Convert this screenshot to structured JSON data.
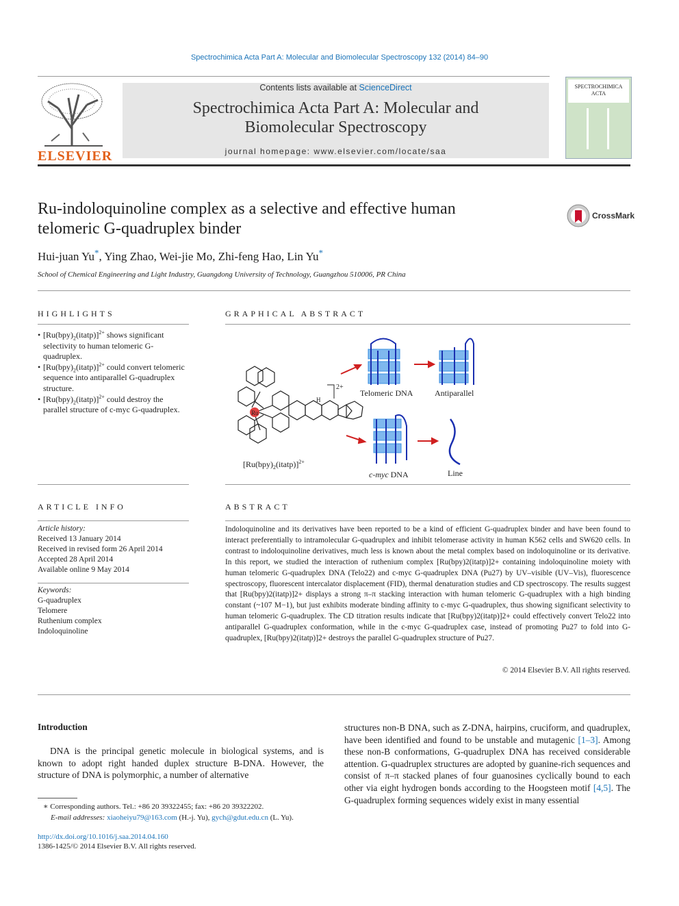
{
  "citation_top": "Spectrochimica Acta Part A: Molecular and Biomolecular Spectroscopy 132 (2014) 84–90",
  "header": {
    "contents_prefix": "Contents lists available at ",
    "contents_link": "ScienceDirect",
    "journal_line1": "Spectrochimica Acta Part A: Molecular and",
    "journal_line2": "Biomolecular Spectroscopy",
    "homepage_label": "journal homepage: www.elsevier.com/locate/saa",
    "publisher_logo_text": "ELSEVIER",
    "cover_title_line1": "SPECTROCHIMICA",
    "cover_title_line2": "ACTA"
  },
  "article": {
    "title_line1": "Ru-indoloquinoline complex as a selective and effective human",
    "title_line2": "telomeric G-quadruplex binder",
    "authors": [
      {
        "name": "Hui-juan Yu",
        "mark": "*",
        "sep": ", "
      },
      {
        "name": "Ying Zhao",
        "mark": "",
        "sep": ", "
      },
      {
        "name": "Wei-jie Mo",
        "mark": "",
        "sep": ", "
      },
      {
        "name": "Zhi-feng Hao",
        "mark": "",
        "sep": ", "
      },
      {
        "name": "Lin Yu",
        "mark": "*",
        "sep": ""
      }
    ],
    "affiliation": "School of Chemical Engineering and Light Industry, Guangdong University of Technology, Guangzhou 510006, PR China",
    "crossmark": "CrossMark"
  },
  "highlights": {
    "heading": "HIGHLIGHTS",
    "items": [
      {
        "t1": "[Ru(bpy)",
        "sub": "2",
        "t2": "(itatp)]",
        "sup": "2+",
        "t3": " shows significant selectivity to human telomeric G-quadruplex."
      },
      {
        "t1": "[Ru(bpy)",
        "sub": "2",
        "t2": "(itatp)]",
        "sup": "2+",
        "t3": " could convert telomeric sequence into antiparallel G-quadruplex structure."
      },
      {
        "t1": "[Ru(bpy)",
        "sub": "2",
        "t2": "(itatp)]",
        "sup": "2+",
        "t3": " could destroy the parallel structure of c-myc G-quadruplex."
      }
    ]
  },
  "graphical_abstract": {
    "heading": "GRAPHICAL ABSTRACT",
    "charge": "2+",
    "ru": "Ru",
    "h_label": "H",
    "complex_label_a": "[Ru(bpy)",
    "complex_label_sub": "2",
    "complex_label_b": "(itatp)]",
    "complex_label_sup": "2+",
    "label_telomeric": "Telomeric DNA",
    "label_antiparallel": "Antiparallel",
    "label_cmyc_italic": "c-myc",
    "label_cmyc_rest": " DNA",
    "label_line": "Line"
  },
  "article_info": {
    "heading": "ARTICLE INFO",
    "history_label": "Article history:",
    "history": [
      "Received 13 January 2014",
      "Received in revised form 26 April 2014",
      "Accepted 28 April 2014",
      "Available online 9 May 2014"
    ],
    "keywords_label": "Keywords:",
    "keywords": [
      "G-quadruplex",
      "Telomere",
      "Ruthenium complex",
      "Indoloquinoline"
    ]
  },
  "abstract": {
    "heading": "ABSTRACT",
    "text": "Indoloquinoline and its derivatives have been reported to be a kind of efficient G-quadruplex binder and have been found to interact preferentially to intramolecular G-quadruplex and inhibit telomerase activity in human K562 cells and SW620 cells. In contrast to indoloquinoline derivatives, much less is known about the metal complex based on indoloquinoline or its derivative. In this report, we studied the interaction of ruthenium complex [Ru(bpy)2(itatp)]2+ containing indoloquinoline moiety with human telomeric G-quadruplex DNA (Telo22) and c-myc G-quadruplex DNA (Pu27) by UV–visible (UV–Vis), fluorescence spectroscopy, fluorescent intercalator displacement (FID), thermal denaturation studies and CD spectroscopy. The results suggest that [Ru(bpy)2(itatp)]2+ displays a strong π–π stacking interaction with human telomeric G-quadruplex with a high binding constant (~107 M−1), but just exhibits moderate binding affinity to c-myc G-quadruplex, thus showing significant selectivity to human telomeric G-quadruplex. The CD titration results indicate that [Ru(bpy)2(itatp)]2+ could effectively convert Telo22 into antiparallel G-quadruplex conformation, while in the c-myc G-quadruplex case, instead of promoting Pu27 to fold into G-quadruplex, [Ru(bpy)2(itatp)]2+ destroys the parallel G-quadruplex structure of Pu27.",
    "copyright": "© 2014 Elsevier B.V. All rights reserved."
  },
  "introduction": {
    "heading": "Introduction",
    "left_para": "DNA is the principal genetic molecule in biological systems, and is known to adopt right handed duplex structure B-DNA. However, the structure of DNA is polymorphic, a number of alternative",
    "right_para_a": "structures non-B DNA, such as Z-DNA, hairpins, cruciform, and quadruplex, have been identified and found to be unstable and mutagenic ",
    "ref1": "[1–3]",
    "right_para_b": ". Among these non-B conformations, G-quadruplex DNA has received considerable attention. G-quadruplex structures are adopted by guanine-rich sequences and consist of π–π stacked planes of four guanosines cyclically bound to each other via eight hydrogen bonds according to the Hoogsteen motif ",
    "ref2": "[4,5]",
    "right_para_c": ". The G-quadruplex forming sequences widely exist in many essential"
  },
  "footnote": {
    "line1": "Corresponding authors. Tel.: +86 20 39322455; fax: +86 20 39322202.",
    "email_label": "E-mail addresses: ",
    "email1": "xiaoheiyu79@163.com",
    "email1_who": " (H.-j. Yu), ",
    "email2": "gych@gdut.edu.cn",
    "email2_who": " (L. Yu)."
  },
  "bottom": {
    "doi": "http://dx.doi.org/10.1016/j.saa.2014.04.160",
    "issn": "1386-1425/© 2014 Elsevier B.V. All rights reserved."
  },
  "colors": {
    "link": "#1a73b8",
    "dna_blue": "#3a8fe0",
    "arrow_red": "#d02020",
    "header_gray": "#e6e6e6"
  }
}
